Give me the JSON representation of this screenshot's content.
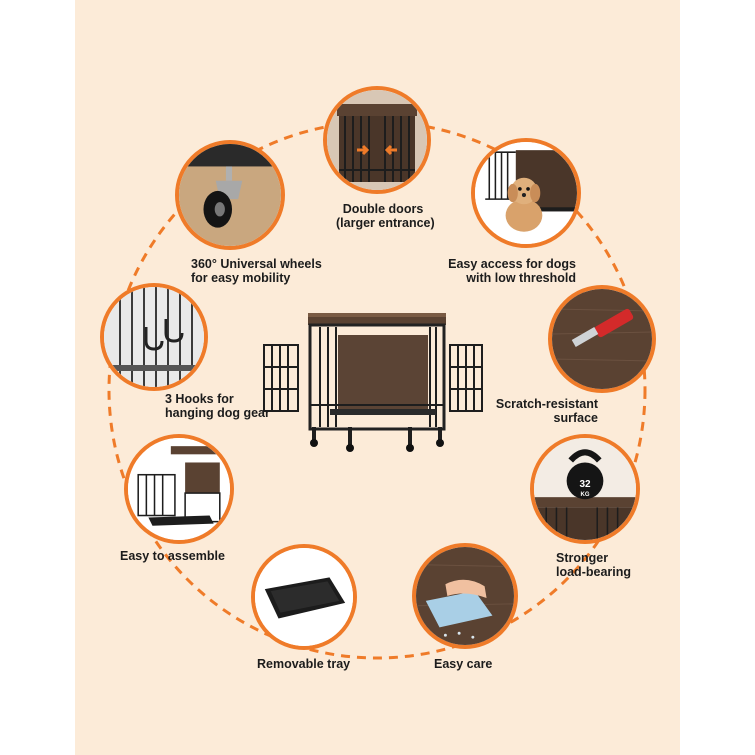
{
  "accent_color": "#ef7b29",
  "background_color": "#fcebd8",
  "features": {
    "doors": {
      "line1": "Double doors",
      "line2": "(larger entrance)",
      "icon": "crate-doors-image"
    },
    "access": {
      "line1": "Easy access for dogs",
      "line2": "with low threshold",
      "icon": "dog-image"
    },
    "scratch": {
      "line1": "Scratch-resistant",
      "line2": "surface",
      "icon": "knife-scratch-image"
    },
    "load": {
      "line1": "Stronger",
      "line2": "load-bearing",
      "icon": "kettlebell-image",
      "kettlebell_text": "32",
      "kettlebell_unit": "KG"
    },
    "care": {
      "line1": "Easy care",
      "icon": "cleaning-cloth-image"
    },
    "tray": {
      "line1": "Removable tray",
      "icon": "tray-image"
    },
    "assemble": {
      "line1": "Easy to assemble",
      "icon": "assembly-image"
    },
    "hooks": {
      "line1": "3 Hooks for",
      "line2": "hanging dog gear",
      "icon": "hooks-image"
    },
    "wheels": {
      "line1": "360° Universal wheels",
      "line2": "for easy mobility",
      "icon": "caster-wheel-image"
    }
  }
}
